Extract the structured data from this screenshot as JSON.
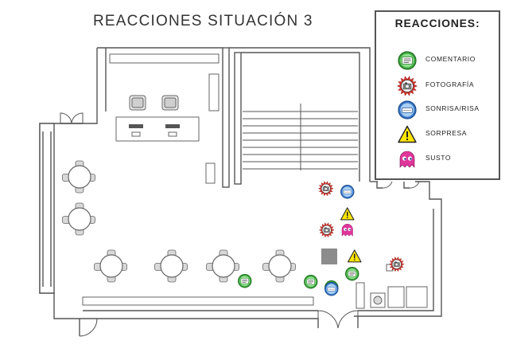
{
  "title": "REACCIONES SITUACIÓN 3",
  "legend": {
    "title": "REACCIONES:",
    "items": [
      {
        "key": "comentario",
        "label": "COMENTARIO",
        "icon": "comment-icon"
      },
      {
        "key": "fotografia",
        "label": "FOTOGRAFÍA",
        "icon": "camera-burst-icon"
      },
      {
        "key": "sonrisa",
        "label": "SONRISA/RISA",
        "icon": "smile-icon"
      },
      {
        "key": "sorpresa",
        "label": "SORPRESA",
        "icon": "warning-icon"
      },
      {
        "key": "susto",
        "label": "SUSTO",
        "icon": "ghost-icon"
      }
    ]
  },
  "colors": {
    "wall": "#555555",
    "furniture": "#777777",
    "comment_green": "#3ea83e",
    "smile_blue": "#3a78c8",
    "warning_yellow": "#ffe600",
    "ghost_magenta": "#e0359b",
    "burst_red": "#d8322a",
    "grey_block": "#8c8c8c"
  },
  "reactions": [
    {
      "type": "fotografia"
    },
    {
      "type": "sonrisa"
    },
    {
      "type": "sorpresa"
    },
    {
      "type": "fotografia"
    },
    {
      "type": "susto"
    },
    {
      "type": "comentario"
    },
    {
      "type": "sorpresa"
    },
    {
      "type": "comentario"
    },
    {
      "type": "comentario"
    },
    {
      "type": "comentario"
    },
    {
      "type": "sonrisa"
    },
    {
      "type": "fotografia"
    }
  ]
}
